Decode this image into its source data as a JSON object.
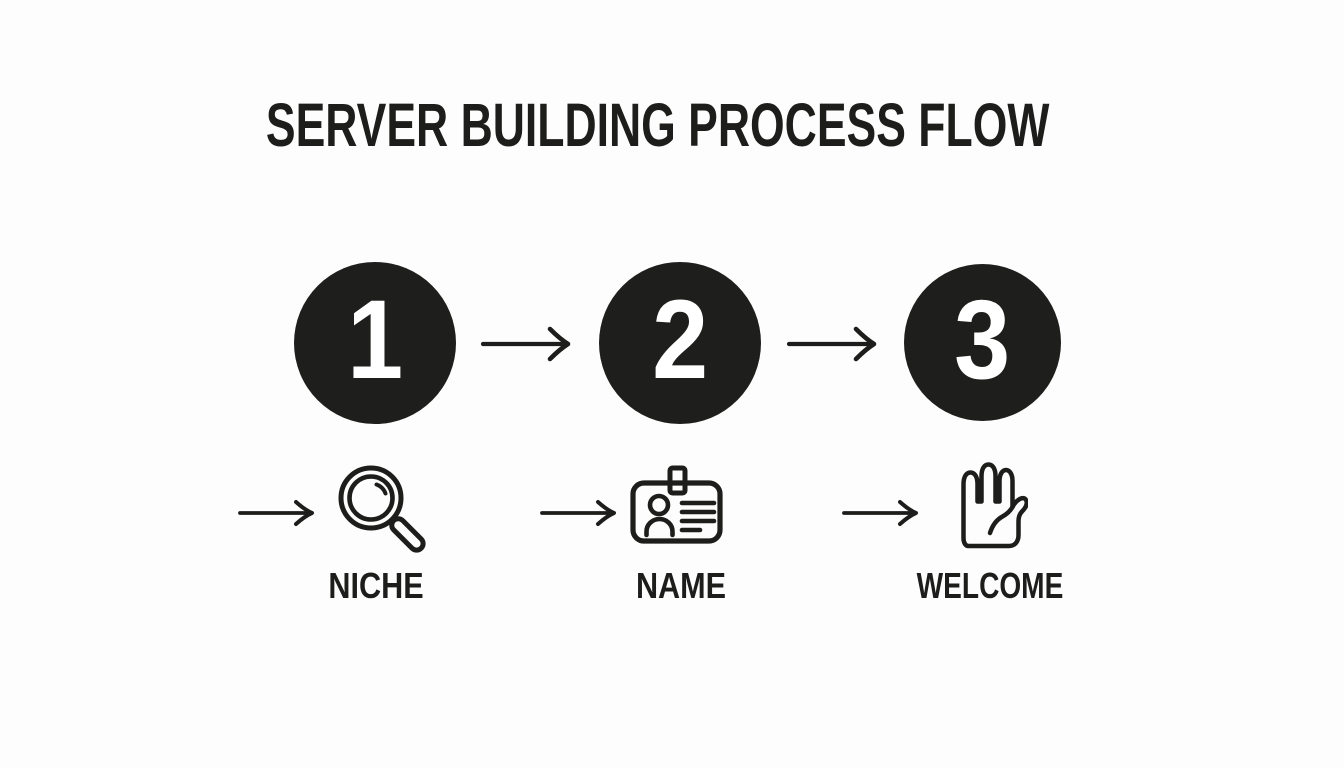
{
  "title": "SERVER BUILDING PROCESS FLOW",
  "colors": {
    "ink": "#1d1d1b",
    "background": "#fdfdfd",
    "circle_fill": "#1e1e1c",
    "number_text": "#ffffff"
  },
  "steps": [
    {
      "number": "1",
      "label": "NICHE",
      "icon": "magnifying-glass-icon"
    },
    {
      "number": "2",
      "label": "NAME",
      "icon": "id-badge-icon"
    },
    {
      "number": "3",
      "label": "WELCOME",
      "icon": "waving-hand-icon"
    }
  ]
}
